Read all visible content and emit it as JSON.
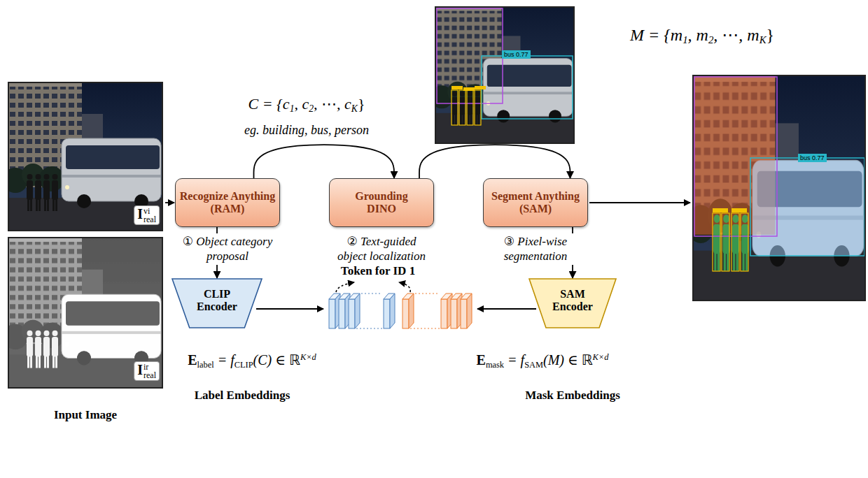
{
  "diagram": {
    "nodes": [
      {
        "text": [
          "Recognize Anything (RAM)"
        ]
      },
      {
        "text": [
          "Grounding DINO"
        ]
      },
      {
        "text": [
          "Segment Anything (SAM)"
        ]
      },
      {
        "text": [
          "CLIP Encoder"
        ]
      },
      {
        "text": [
          "SAM Encoder"
        ]
      }
    ],
    "edges": [
      {
        "from": 0,
        "to": 1,
        "arrow": "to"
      },
      {
        "from": 1,
        "to": 2,
        "arrow": "to"
      },
      {
        "from": 0,
        "to": 3,
        "arrow": "to"
      },
      {
        "from": 2,
        "to": 4,
        "arrow": "to"
      }
    ],
    "labels": [
      "C = {c",
      "1",
      ", c",
      "2",
      ", ⋯, c",
      "K",
      "}",
      "eg. building, bus, person",
      "M = {m",
      "1",
      ", m",
      "2",
      ", ⋯, m",
      "K",
      "}",
      "I",
      "vi",
      "real",
      "I",
      "ir",
      "real",
      "Input Image",
      "① Object category proposal",
      "② Text-guided object localization",
      "③ Pixel-wise segmentation",
      "Token for ID 1",
      "E",
      "label",
      "= f",
      "CLIP",
      "(C) ∈ ℝ",
      "K×d",
      "Label Embeddings",
      "E",
      "mask",
      "= f",
      "SAM",
      "(M) ∈ ℝ",
      "K×d",
      "Mask Embeddings",
      "bus 0.77",
      "bus 0.77"
    ]
  }
}
